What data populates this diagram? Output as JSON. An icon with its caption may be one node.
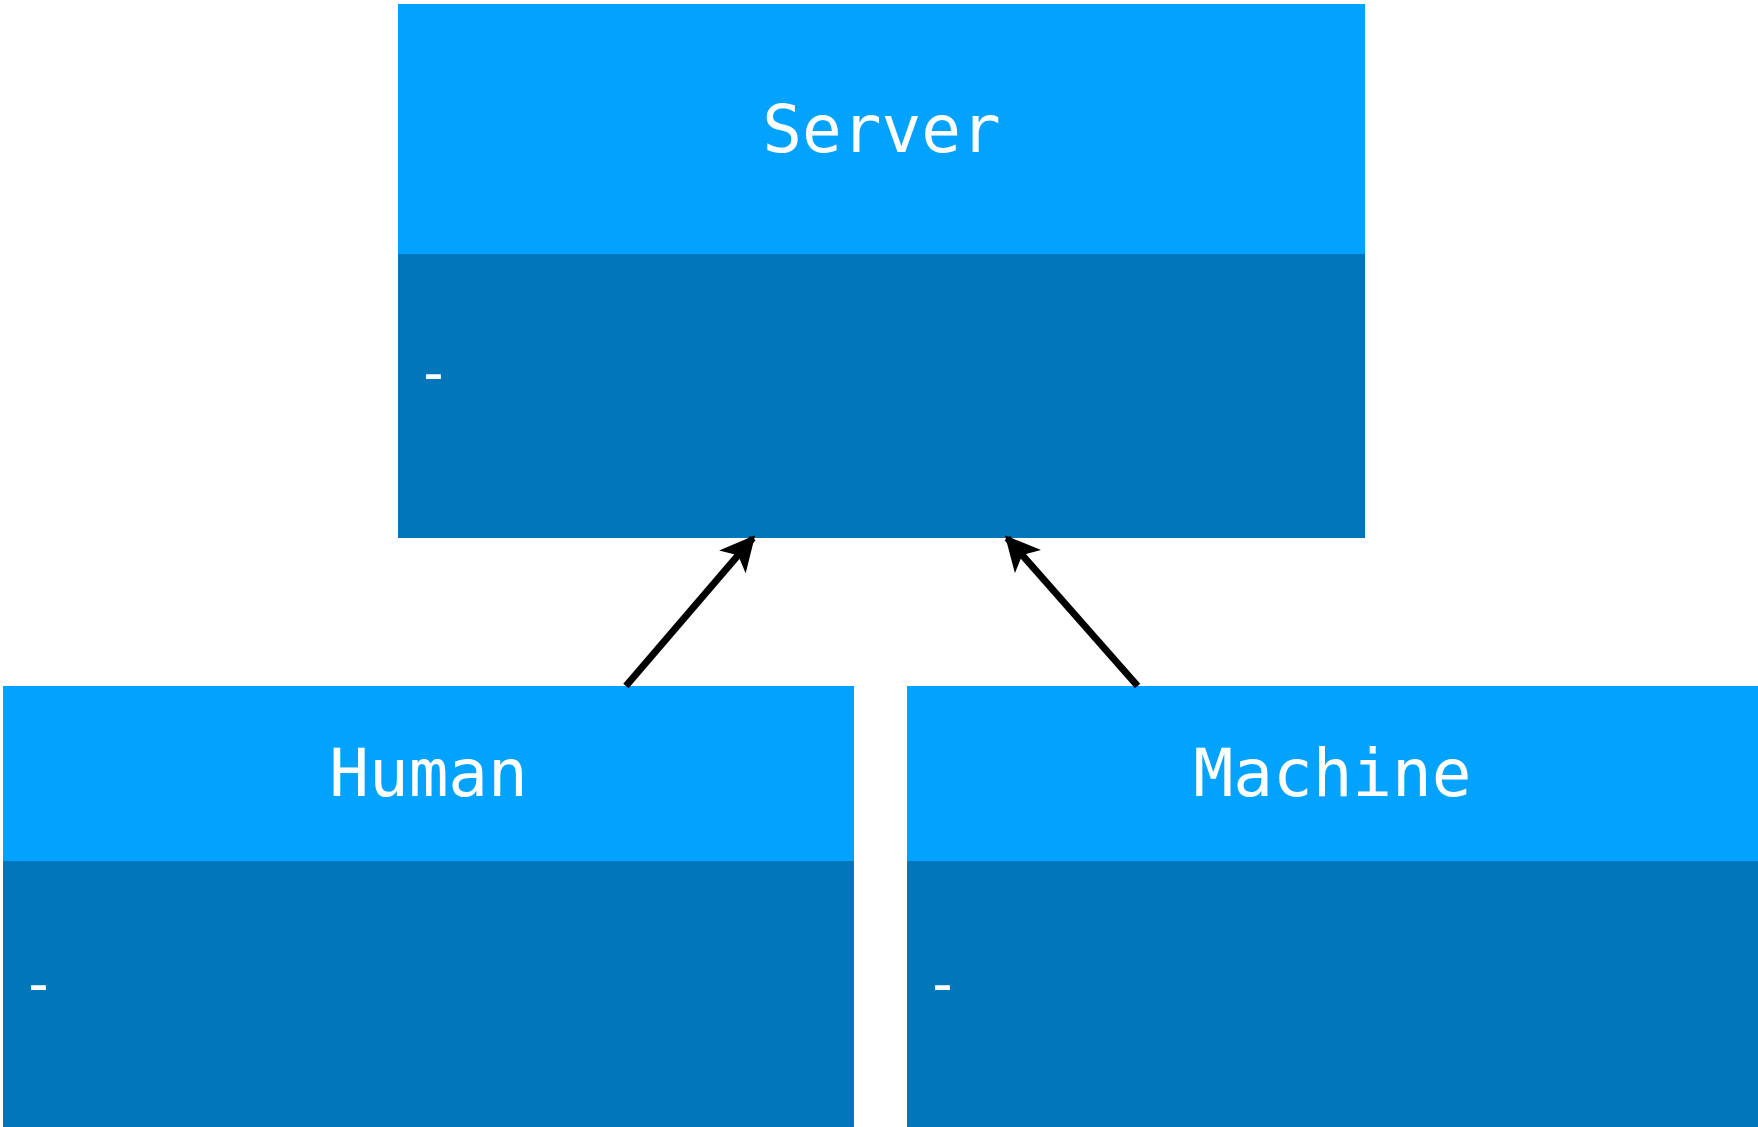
{
  "diagram": {
    "nodes": [
      {
        "text": [
          "Server",
          "-"
        ]
      },
      {
        "text": [
          "Human",
          "-"
        ]
      },
      {
        "text": [
          "Machine",
          "-"
        ]
      }
    ],
    "edges": [
      {
        "from": 1,
        "to": 0,
        "arrow": "to"
      },
      {
        "from": 2,
        "to": 0,
        "arrow": "to"
      }
    ]
  }
}
